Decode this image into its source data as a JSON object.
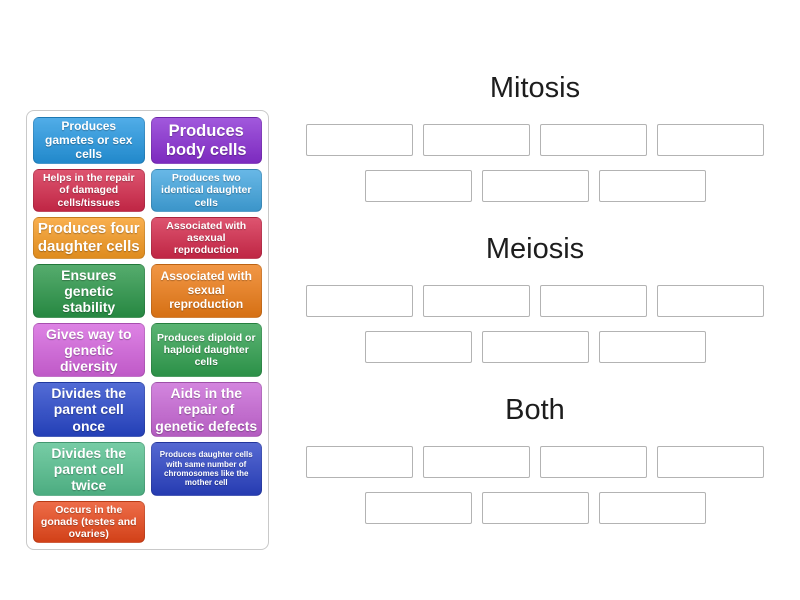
{
  "activity": {
    "type": "group-sort",
    "tiles": [
      {
        "label": "Produces gametes or sex cells",
        "color": "#2598e2"
      },
      {
        "label": "Produces body cells",
        "color": "#8a2fd4"
      },
      {
        "label": "Helps in the repair of damaged cells/tissues",
        "color": "#d52a4c"
      },
      {
        "label": "Produces two identical daughter cells",
        "color": "#42a6e0"
      },
      {
        "label": "Produces four daughter cells",
        "color": "#f79b22"
      },
      {
        "label": "Associated with asexual reproduction",
        "color": "#d52a4c"
      },
      {
        "label": "Ensures genetic stability",
        "color": "#2b9749"
      },
      {
        "label": "Associated with sexual reproduction",
        "color": "#ee7d17"
      },
      {
        "label": "Gives way to genetic diversity",
        "color": "#d564de"
      },
      {
        "label": "Produces diploid or haploid daughter cells",
        "color": "#31a150"
      },
      {
        "label": "Divides the parent cell once",
        "color": "#2847cb"
      },
      {
        "label": "Aids in the repair of genetic defects",
        "color": "#c867d6"
      },
      {
        "label": "Divides the parent cell twice",
        "color": "#55c08f"
      },
      {
        "label": "Produces daughter cells with same number of chromosomes like the mother cell",
        "color": "#2b43c6"
      },
      {
        "label": "Occurs in the gonads (testes and ovaries)",
        "color": "#e9481b"
      }
    ],
    "groups": [
      {
        "title": "Mitosis",
        "slots_row1": 4,
        "slots_row2": 3
      },
      {
        "title": "Meiosis",
        "slots_row1": 4,
        "slots_row2": 3
      },
      {
        "title": "Both",
        "slots_row1": 4,
        "slots_row2": 3
      }
    ]
  }
}
